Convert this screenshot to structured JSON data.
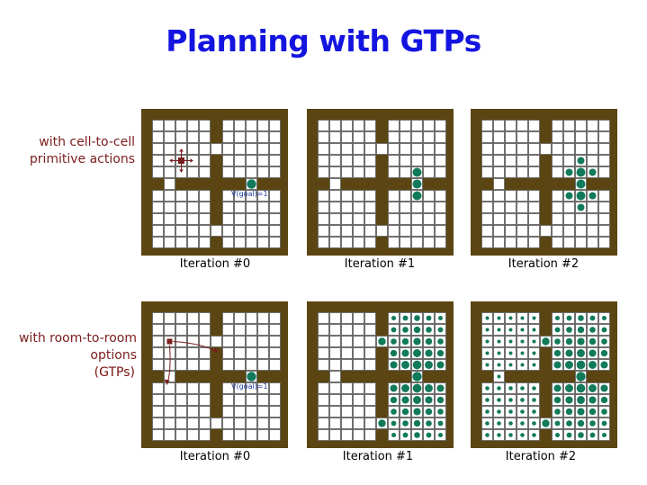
{
  "title": "Planning with GTPs",
  "colors": {
    "title": "#1414e0",
    "label": "#7a1e1e",
    "wall": "#5b4512",
    "cell_line": "#6b6b6b",
    "value_dot": "#117a5a",
    "agent": "#7a1e1e",
    "goal_annotation": "#1e3ca0"
  },
  "rows": [
    {
      "label_lines": [
        "with cell-to-cell",
        "primitive actions"
      ],
      "label_highlight": "",
      "mode": "primitive",
      "panels": [
        {
          "caption": "Iteration #0",
          "iteration": 0,
          "goal_label": "V(goal)=1"
        },
        {
          "caption": "Iteration #1",
          "iteration": 1,
          "goal_label": ""
        },
        {
          "caption": "Iteration #2",
          "iteration": 2,
          "goal_label": ""
        }
      ]
    },
    {
      "label_lines": [
        "with room-to-room",
        "options"
      ],
      "label_highlight": "(GTPs)",
      "mode": "options",
      "panels": [
        {
          "caption": "Iteration #0",
          "iteration": 0,
          "goal_label": "V(goal)=1"
        },
        {
          "caption": "Iteration #1",
          "iteration": 1,
          "goal_label": ""
        },
        {
          "caption": "Iteration #2",
          "iteration": 2,
          "goal_label": ""
        }
      ]
    }
  ]
}
